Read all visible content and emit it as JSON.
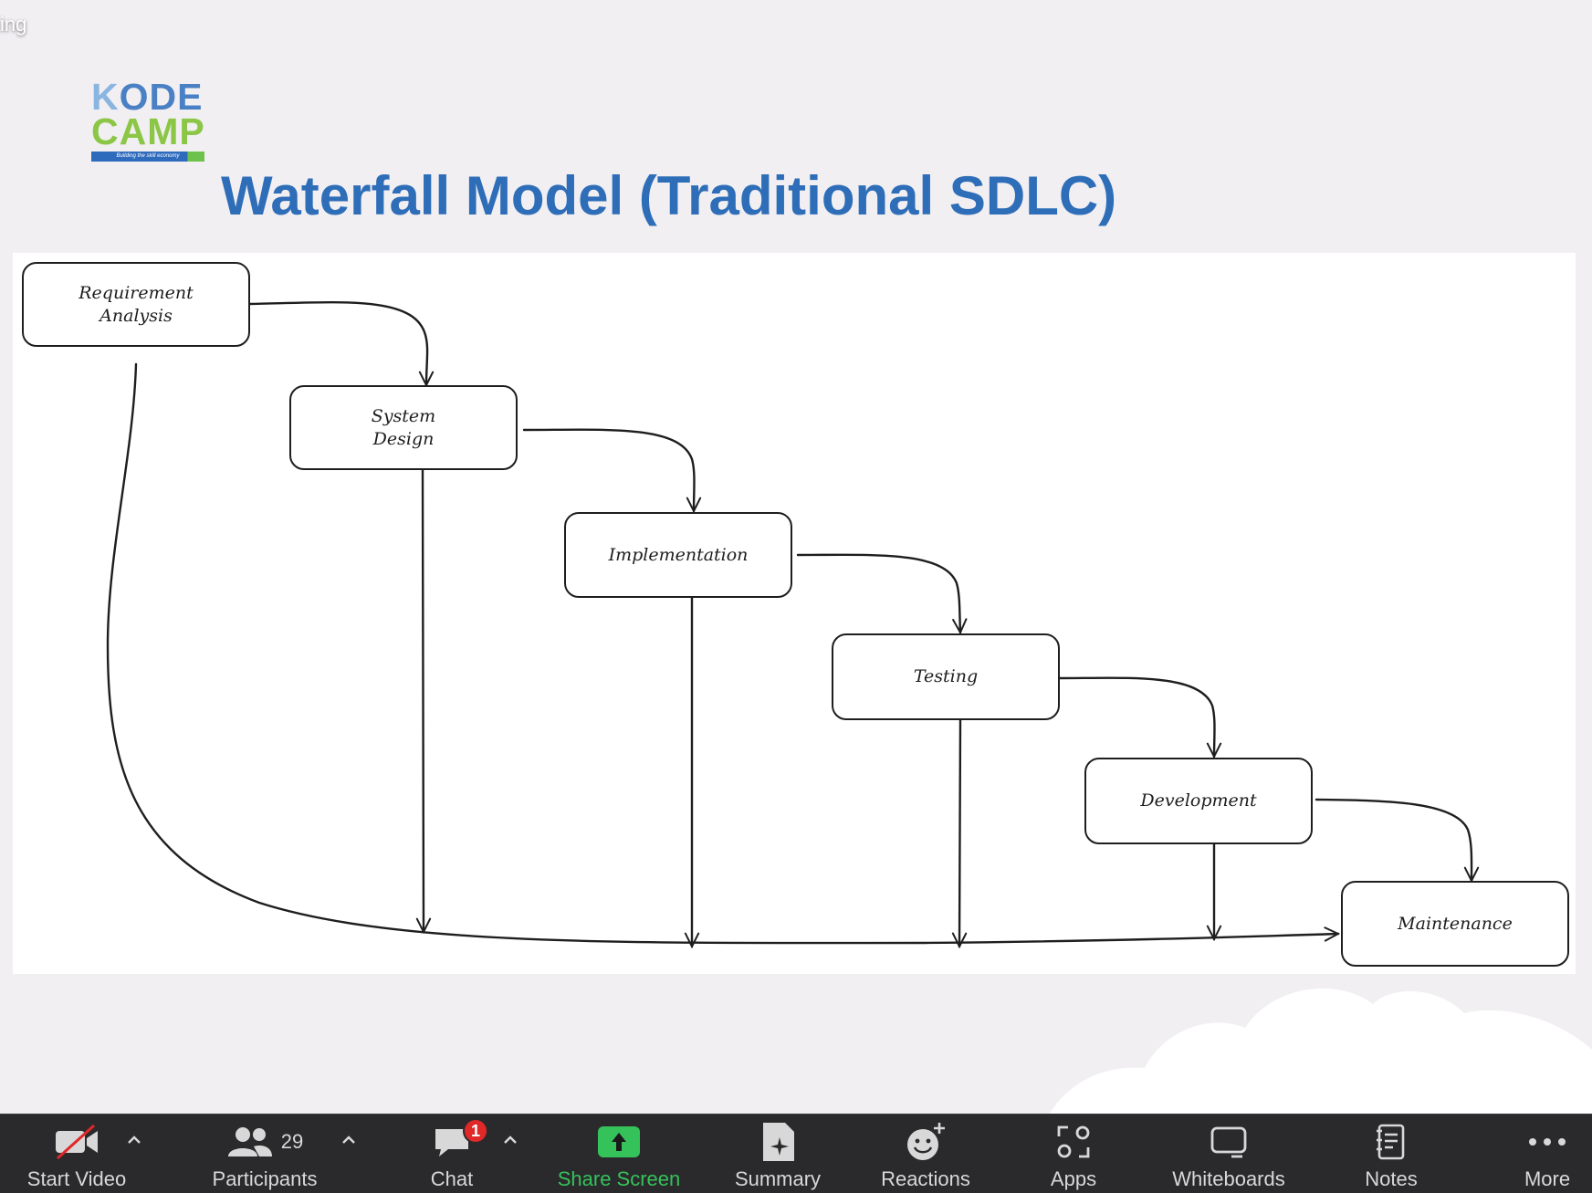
{
  "window": {
    "corner_label": "ing"
  },
  "slide": {
    "logo": {
      "line1": "KODE",
      "line2": "CAMP",
      "tagline": "Building the skill economy"
    },
    "title": "Waterfall Model (Traditional SDLC)",
    "diagram": {
      "boxes": [
        {
          "id": "req",
          "label": "Requirement\nAnalysis"
        },
        {
          "id": "design",
          "label": "System\nDesign"
        },
        {
          "id": "impl",
          "label": "Implementation"
        },
        {
          "id": "test",
          "label": "Testing"
        },
        {
          "id": "dev",
          "label": "Development"
        },
        {
          "id": "maint",
          "label": "Maintenance"
        }
      ]
    }
  },
  "toolbar": {
    "start_video": "Start Video",
    "participants": "Participants",
    "participants_count": "29",
    "chat": "Chat",
    "chat_badge": "1",
    "share_screen": "Share Screen",
    "summary": "Summary",
    "reactions": "Reactions",
    "apps": "Apps",
    "whiteboards": "Whiteboards",
    "notes": "Notes",
    "more": "More",
    "share_color": "#35c25a"
  }
}
